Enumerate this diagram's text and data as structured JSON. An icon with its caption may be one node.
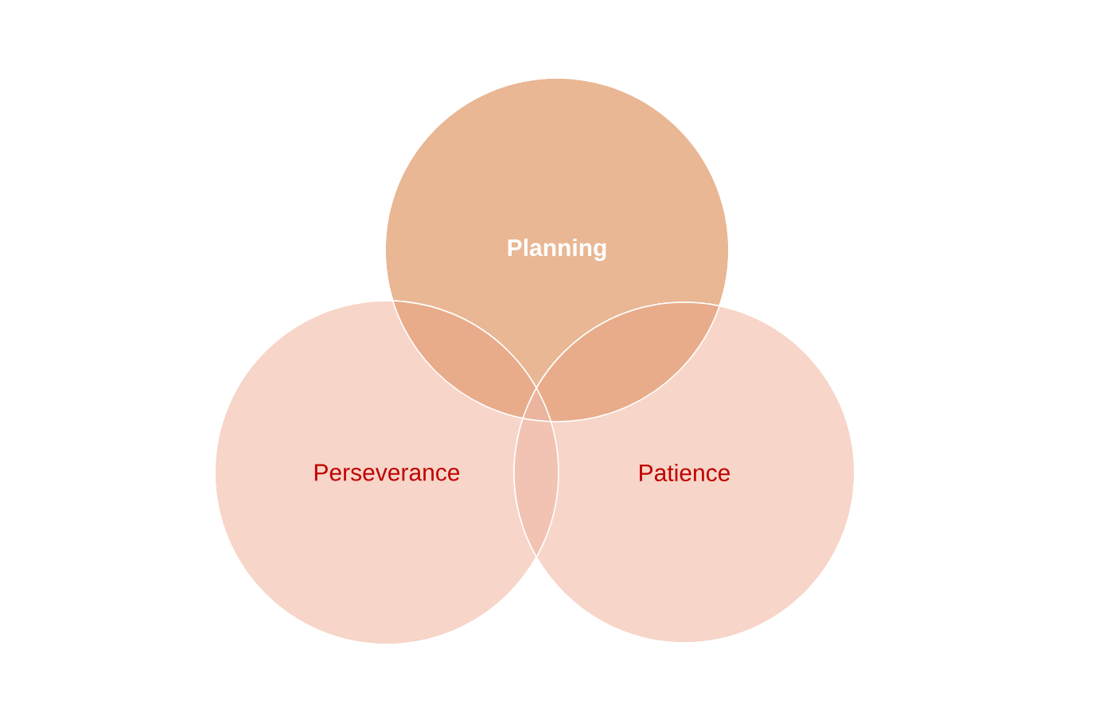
{
  "diagram": {
    "nodes": [
      {
        "text": [
          "Planning"
        ]
      },
      {
        "text": [
          "Perseverance"
        ]
      },
      {
        "text": [
          "Patience"
        ]
      }
    ]
  }
}
